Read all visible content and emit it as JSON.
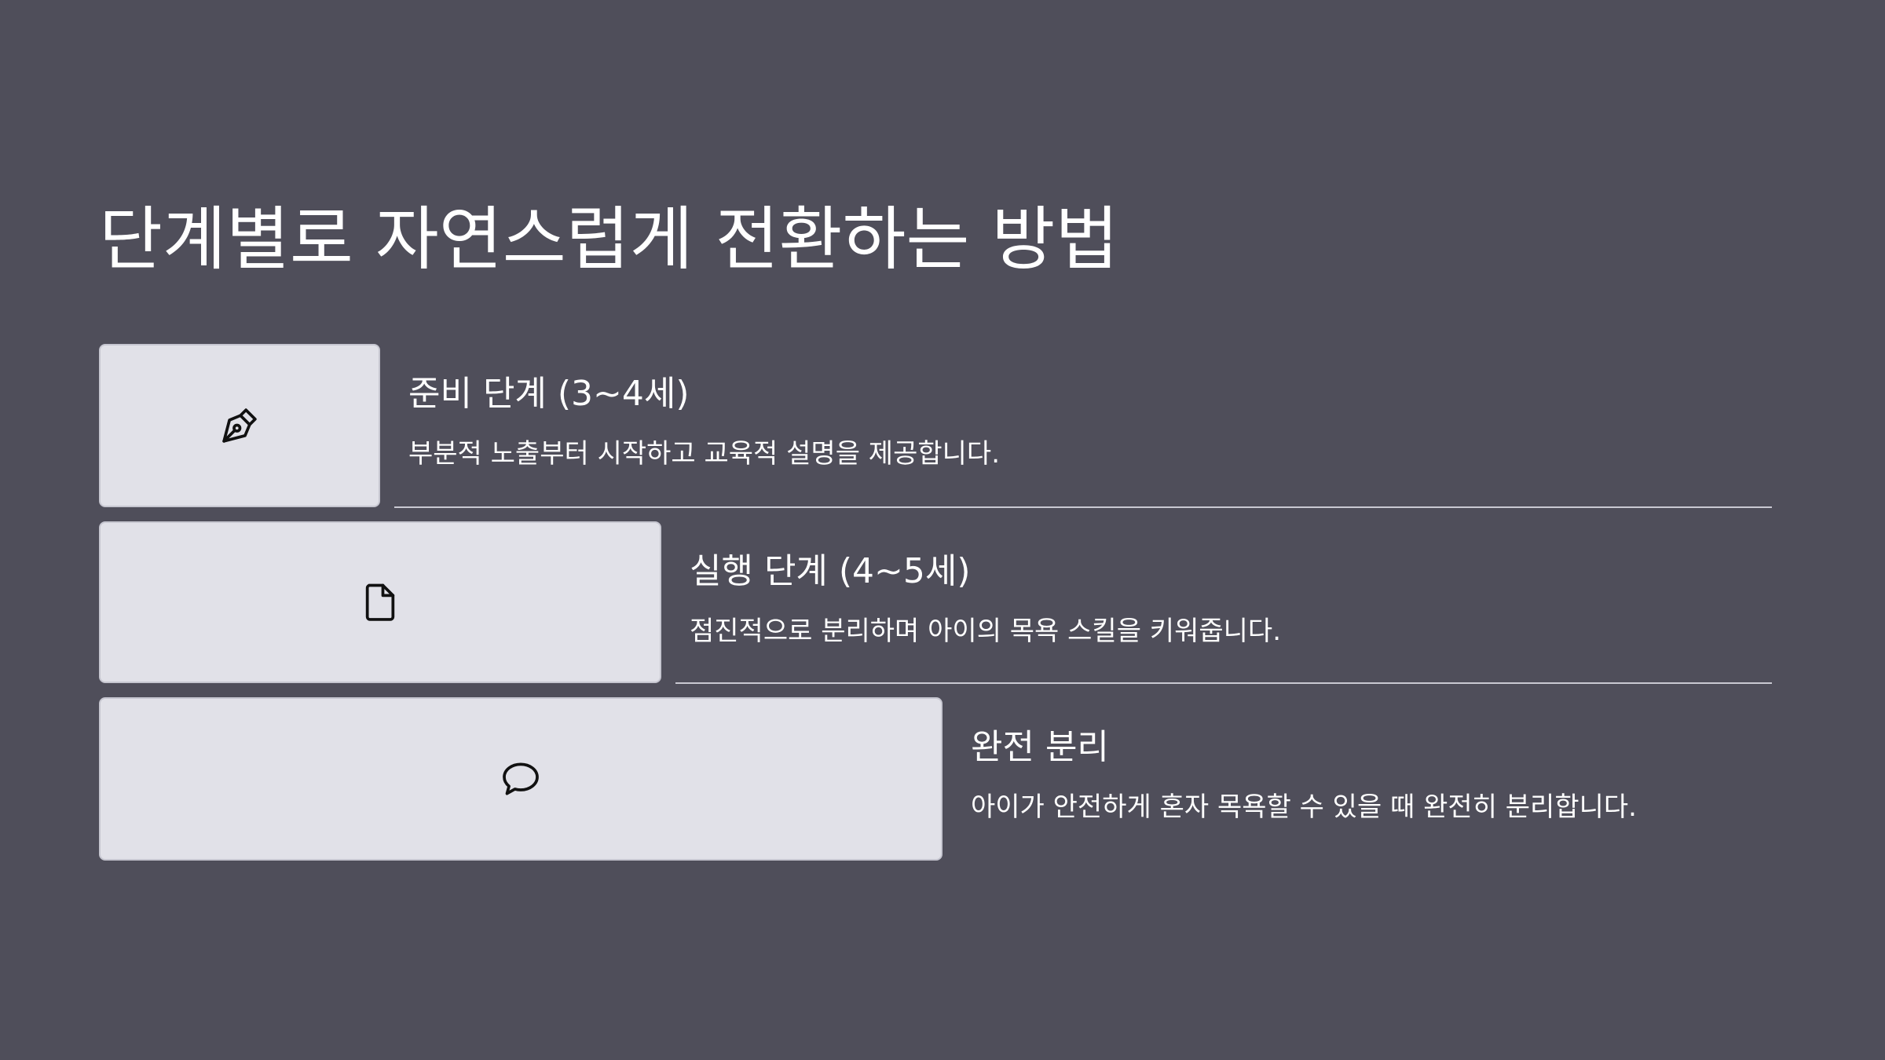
{
  "slide": {
    "title": "단계별로 자연스럽게 전환하는 방법"
  },
  "steps": [
    {
      "title": "준비 단계 (3~4세)",
      "description": "부분적 노출부터 시작하고 교육적 설명을 제공합니다.",
      "icon": "pen-nib-icon"
    },
    {
      "title": "실행 단계 (4~5세)",
      "description": "점진적으로 분리하며 아이의 목욕 스킬을 키워줍니다.",
      "icon": "document-icon"
    },
    {
      "title": "완전 분리",
      "description": "아이가 안전하게 혼자 목욕할 수 있을 때 완전히 분리합니다.",
      "icon": "speech-bubble-icon"
    }
  ],
  "colors": {
    "background": "#4f4e5a",
    "box": "#e1e1e8",
    "text": "#ffffff",
    "divider": "#c9c9d2"
  }
}
